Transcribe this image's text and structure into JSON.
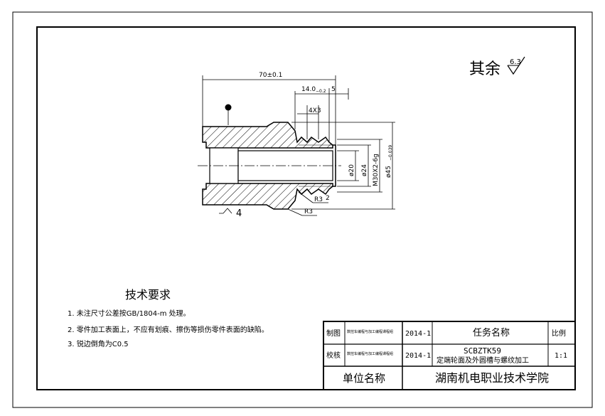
{
  "surface_finish_note": {
    "prefix": "其余",
    "value": "6.3"
  },
  "dimensions": {
    "overall_length": "70±0.1",
    "groove_width": "14.0",
    "groove_tolerance": "−0.2",
    "groove_offset": "5",
    "chamfer": "4X3",
    "bore_dia": "ø20",
    "inner_dia": "ø24",
    "thread": "M30X2-6g",
    "outer_dia": "ø45",
    "outer_dia_tol": "−0.039",
    "radius_small": "R3",
    "radius_small2": "2",
    "radius_large": "R3",
    "roughness_left": "4"
  },
  "tech_requirements": {
    "title": "技术要求",
    "items": [
      "1. 未注尺寸公差按GB/1804-m 处理。",
      "2. 零件加工表面上，不应有划痕、擦伤等损伤零件表面的缺陷。",
      "3. 锐边倒角为C0.5"
    ]
  },
  "title_block": {
    "row1": {
      "role": "制图",
      "dept": "数控车编程与加工编程课程组",
      "date": "2014-1",
      "task_label": "任务名称",
      "scale_label": "比例"
    },
    "row2": {
      "role": "校核",
      "dept": "数控车编程与加工编程课程组",
      "date": "2014-1",
      "task_code": "SCBZTK59",
      "task_name": "定端轮面及外圆槽与螺纹加工",
      "scale": "1:1"
    },
    "row3": {
      "unit_label": "单位名称",
      "unit": "湖南机电职业技术学院"
    }
  }
}
